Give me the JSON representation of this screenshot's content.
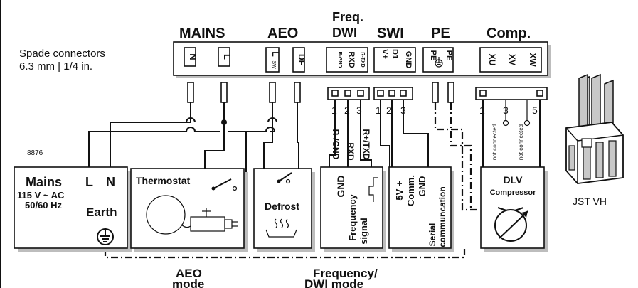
{
  "header": {
    "mains": "MAINS",
    "aeo": "AEO",
    "freq_line1": "Freq.",
    "freq_line2": "DWI",
    "swi": "SWI",
    "pe": "PE",
    "comp": "Comp."
  },
  "spade_note": {
    "line1": "Spade connectors",
    "line2": "6.3 mm | 1/4 in."
  },
  "terminal_block": {
    "mains": [
      "N",
      "L"
    ],
    "aeo": [
      "L",
      "SW",
      "DF"
    ],
    "freq": [
      {
        "top": "R-TXD",
        "mid": "RXD",
        "bot": "R-GND"
      }
    ],
    "swi": {
      "a": "GND",
      "b": "D1",
      "c": "V+"
    },
    "pe": {
      "a": "PE",
      "b": "PE"
    },
    "comp": [
      "XU",
      "XV",
      "XW"
    ]
  },
  "pin_numbers": {
    "freq": [
      "1",
      "2",
      "3"
    ],
    "swi": [
      "1",
      "2",
      "3"
    ],
    "comp": [
      "1",
      "3",
      "5"
    ]
  },
  "wire_labels": {
    "r_gnd": "R-/GND",
    "rxd": "RXD",
    "r_txd": "R+/TXD"
  },
  "figure_number": "8876",
  "mains_box": {
    "title": "Mains",
    "l": "L",
    "n": "N",
    "voltage": "115 V ~ AC",
    "freq": "50/60 Hz",
    "earth": "Earth"
  },
  "thermostat_box": {
    "title": "Thermostat"
  },
  "defrost_box": {
    "title": "Defrost"
  },
  "freq_box": {
    "gnd": "GND",
    "signal_l1": "Frequency",
    "signal_l2": "signal"
  },
  "swi_box": {
    "v5": "5V +",
    "comm": "Comm.",
    "gnd": "GND",
    "serial_l1": "Serial",
    "serial_l2": "communcation"
  },
  "dlv_box": {
    "title": "DLV",
    "subtitle": "Compressor"
  },
  "not_connected": [
    "not connected",
    "not connected"
  ],
  "jst": "JST VH",
  "modes": {
    "aeo_l1": "AEO",
    "aeo_l2": "mode",
    "freq_l1": "Frequency/",
    "freq_l2": "DWI mode"
  }
}
